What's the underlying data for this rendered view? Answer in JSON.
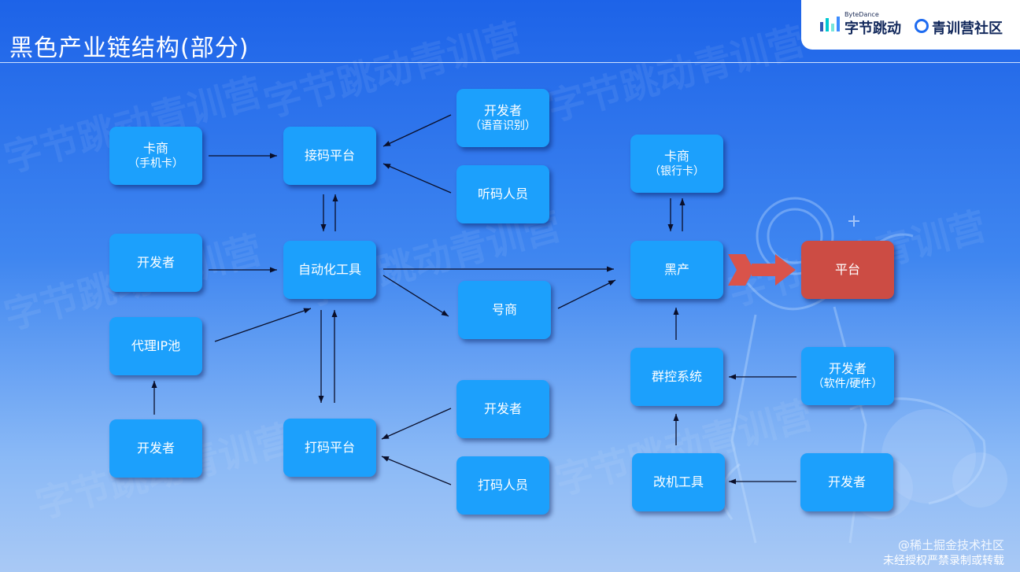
{
  "slide": {
    "title": "黑色产业链结构(部分)"
  },
  "logos": {
    "bytedance_small": "ByteDance",
    "bytedance_name": "字节跳动",
    "community_name": "青训营社区"
  },
  "watermark": "字节跳动青训营",
  "nodes": {
    "card_phone": {
      "label": "卡商",
      "sub": "（手机卡）"
    },
    "developer_left": {
      "label": "开发者"
    },
    "proxy_ip": {
      "label": "代理IP池"
    },
    "developer_bottom_left": {
      "label": "开发者"
    },
    "sms_platform": {
      "label": "接码平台"
    },
    "automation_tool": {
      "label": "自动化工具"
    },
    "captcha_platform": {
      "label": "打码平台"
    },
    "developer_voice": {
      "label": "开发者",
      "sub": "（语音识别）"
    },
    "code_listener": {
      "label": "听码人员"
    },
    "account_dealer": {
      "label": "号商"
    },
    "developer_captcha": {
      "label": "开发者"
    },
    "captcha_worker": {
      "label": "打码人员"
    },
    "card_bank": {
      "label": "卡商",
      "sub": "（银行卡）"
    },
    "black_industry": {
      "label": "黑产"
    },
    "group_control": {
      "label": "群控系统"
    },
    "phone_mod_tool": {
      "label": "改机工具"
    },
    "platform": {
      "label": "平台"
    },
    "developer_hw": {
      "label": "开发者",
      "sub": "（软件/硬件）"
    },
    "developer_mod": {
      "label": "开发者"
    }
  },
  "footer": {
    "source": "@稀土掘金技术社区",
    "notice": "未经授权严禁录制或转载"
  },
  "colors": {
    "node": "#1ca0fc",
    "platform": "#cc4c44",
    "attack_arrow": "#d9534a"
  }
}
